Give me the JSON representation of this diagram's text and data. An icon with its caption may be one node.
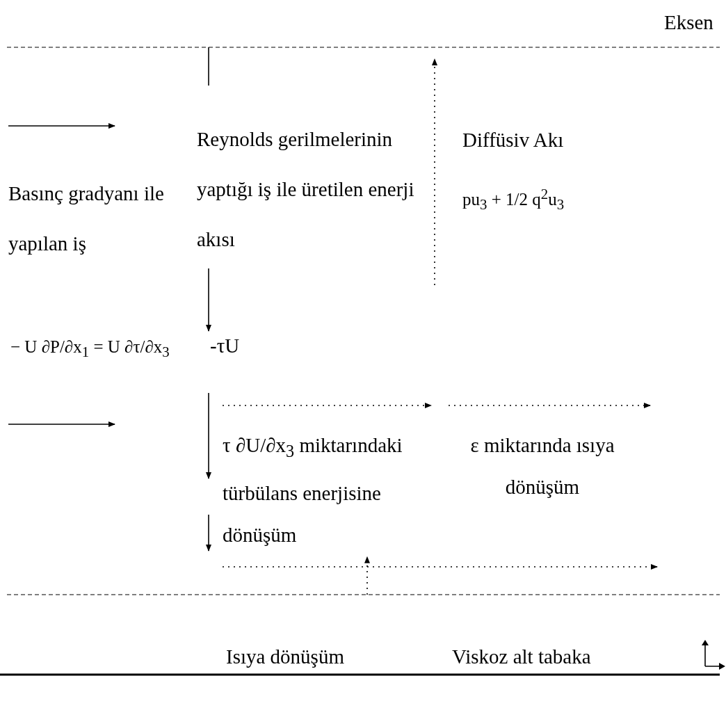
{
  "diagram": {
    "nodes": [
      {
        "text": [
          "Basınç gradyanı ile yapılan iş"
        ]
      },
      {
        "text": [
          "− U ∂P/∂x$_{1}$ = U ∂τ/∂x$_{3}$"
        ]
      },
      {
        "text": [
          "Reynolds gerilmelerinin yaptığı iş ile üretilen enerji akısı"
        ]
      },
      {
        "text": [
          "-τU"
        ]
      },
      {
        "text": [
          "Diffüsiv Akı",
          "pu$_{3}$ + 1/2 q$^{2}$u$_{3}$"
        ]
      },
      {
        "text": [
          "τ ∂U/∂x$_{3}$ miktarındaki türbülans enerjisine dönüşüm"
        ]
      },
      {
        "text": [
          "ε miktarında ısıya dönüşüm"
        ]
      }
    ],
    "edges": [
      {
        "from": 2,
        "to": 3,
        "arrow": "to"
      },
      {
        "from": null,
        "to": 5,
        "arrow": "to",
        "style": "dashed"
      }
    ],
    "labels": [
      "Eksen",
      "Isıya dönüşüm",
      "Viskoz alt tabaka"
    ]
  }
}
